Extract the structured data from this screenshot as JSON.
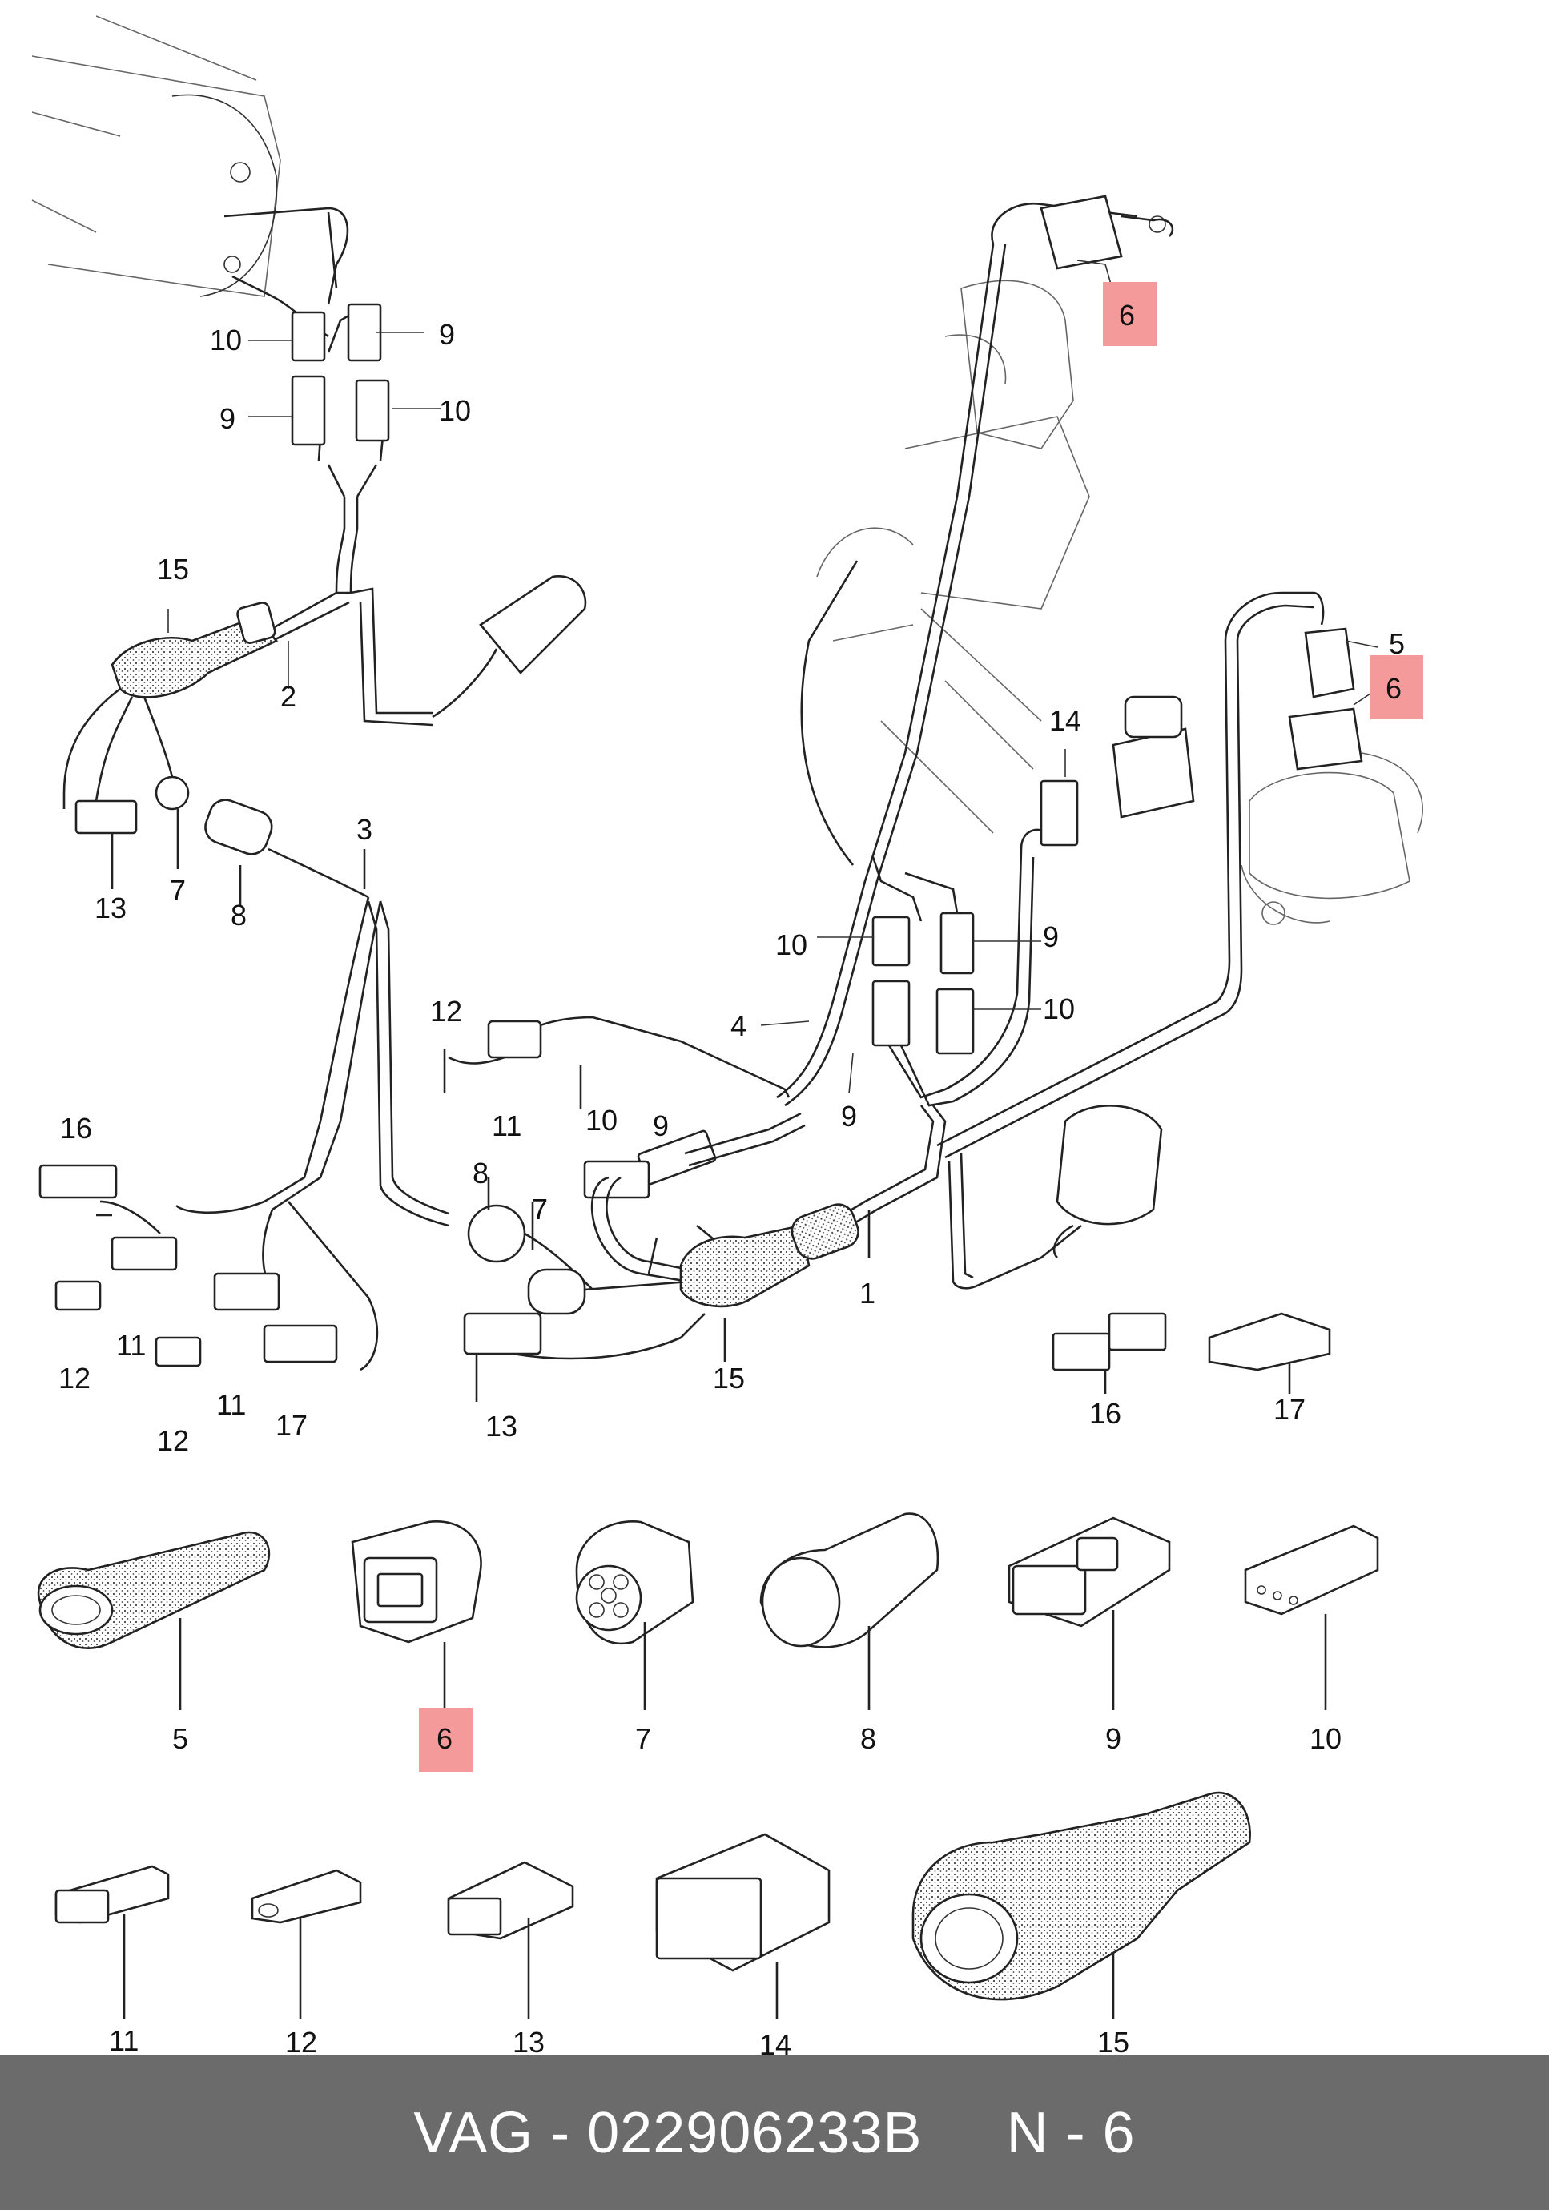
{
  "diagram": {
    "callouts": {
      "c10a": "10",
      "c9a": "9",
      "c9b": "9",
      "c10b": "10",
      "c15a": "15",
      "c2": "2",
      "c13a": "13",
      "c7a": "7",
      "c8a": "8",
      "c3": "3",
      "c6top": "6",
      "c5top": "5",
      "c6right": "6",
      "c14top": "14",
      "c10c": "10",
      "c9c": "9",
      "c4": "4",
      "c10d": "10",
      "c9d": "9",
      "c12a": "12",
      "c11a": "11",
      "c16a": "16",
      "c11b": "11",
      "c12b": "12",
      "c11c": "11",
      "c12c": "12",
      "c17a": "17",
      "c8b": "8",
      "c7b": "7",
      "c10e": "10",
      "c9e": "9",
      "c13b": "13",
      "c15b": "15",
      "c1": "1",
      "c16b": "16",
      "c17b": "17"
    },
    "parts_row1": [
      "5",
      "6",
      "7",
      "8",
      "9",
      "10"
    ],
    "parts_row2": [
      "11",
      "12",
      "13",
      "14",
      "15"
    ],
    "highlight_color": "#f49a9a"
  },
  "footer": {
    "brand": "VAG",
    "separator": "-",
    "part_number": "022906233B",
    "position_label": "N - 6"
  }
}
